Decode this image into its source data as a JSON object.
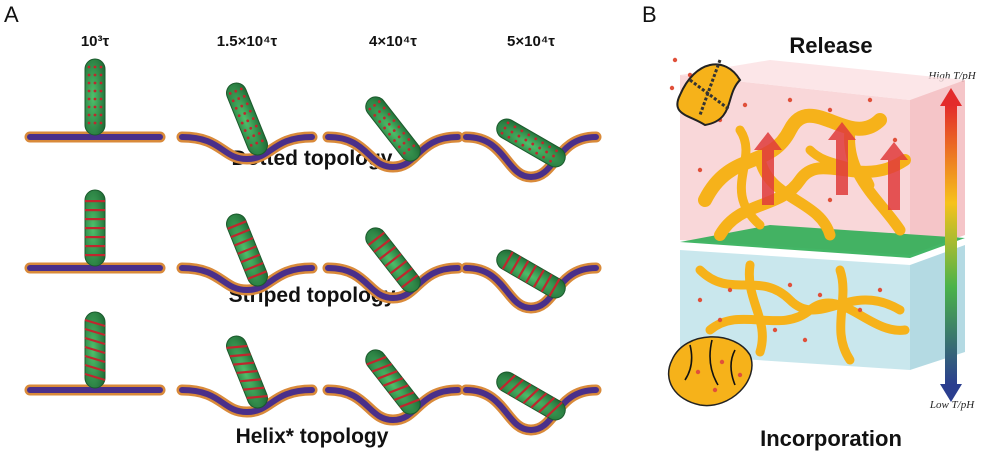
{
  "panel_a": {
    "letter": "A",
    "times": [
      "10³τ",
      "1.5×10⁴τ",
      "4×10⁴τ",
      "5×10⁴τ"
    ],
    "rows": [
      {
        "title": "Dotted topology",
        "pattern": "dots"
      },
      {
        "title": "Striped topology",
        "pattern": "stripes"
      },
      {
        "title": "Helix* topology",
        "pattern": "helix"
      }
    ]
  },
  "panel_b": {
    "letter": "B",
    "top_label": "Release",
    "bottom_label": "Incorporation",
    "gradient_high": "High T/pH",
    "gradient_low": "Low T/pH"
  },
  "colors": {
    "membrane_core": "#4a2f8a",
    "membrane_edge": "#d98a3a",
    "rod": "#2f9a4f",
    "rod_mark": "#c0262e",
    "scaffold": "#f6b21a",
    "release_box": "#f7c9cc",
    "incorporation_box": "#bfe3ea",
    "mid_plane": "#2fae55"
  }
}
